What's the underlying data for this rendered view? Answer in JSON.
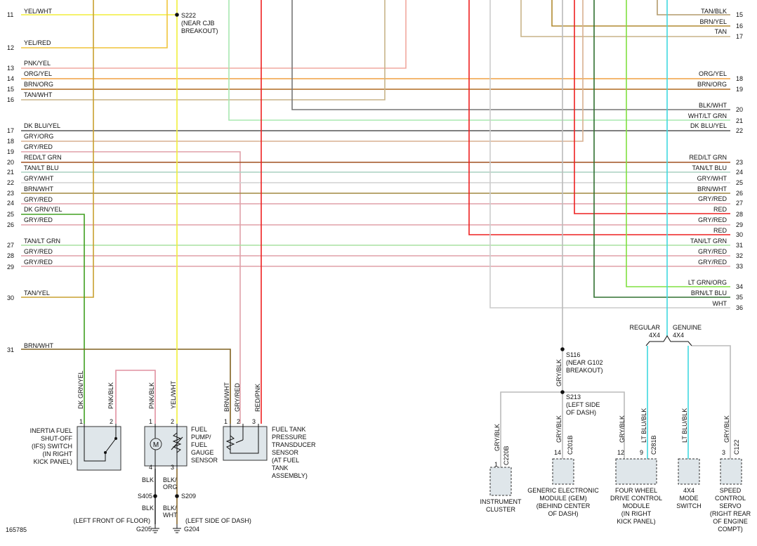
{
  "diagram": {
    "figure_id": "165785",
    "left_rows": [
      {
        "num": "11",
        "label": "YEL/WHT"
      },
      {
        "num": "12",
        "label": "YEL/RED"
      },
      {
        "num": "13",
        "label": "PNK/YEL"
      },
      {
        "num": "14",
        "label": "ORG/YEL"
      },
      {
        "num": "15",
        "label": "BRN/ORG"
      },
      {
        "num": "16",
        "label": "TAN/WHT"
      },
      {
        "num": "17",
        "label": "DK BLU/YEL"
      },
      {
        "num": "18",
        "label": "GRY/ORG"
      },
      {
        "num": "19",
        "label": "GRY/RED"
      },
      {
        "num": "20",
        "label": "RED/LT GRN"
      },
      {
        "num": "21",
        "label": "TAN/LT BLU"
      },
      {
        "num": "22",
        "label": "GRY/WHT"
      },
      {
        "num": "23",
        "label": "BRN/WHT"
      },
      {
        "num": "24",
        "label": "GRY/RED"
      },
      {
        "num": "25",
        "label": "DK GRN/YEL"
      },
      {
        "num": "26",
        "label": "GRY/RED"
      },
      {
        "num": "27",
        "label": "TAN/LT GRN"
      },
      {
        "num": "28",
        "label": "GRY/RED"
      },
      {
        "num": "29",
        "label": "GRY/RED"
      },
      {
        "num": "30",
        "label": "TAN/YEL"
      },
      {
        "num": "31",
        "label": "BRN/WHT"
      }
    ],
    "right_rows": [
      {
        "num": "15",
        "label": "TAN/BLK"
      },
      {
        "num": "16",
        "label": "BRN/YEL"
      },
      {
        "num": "17",
        "label": "TAN"
      },
      {
        "num": "18",
        "label": "ORG/YEL"
      },
      {
        "num": "19",
        "label": "BRN/ORG"
      },
      {
        "num": "20",
        "label": "BLK/WHT"
      },
      {
        "num": "21",
        "label": "WHT/LT GRN"
      },
      {
        "num": "22",
        "label": "DK BLU/YEL"
      },
      {
        "num": "23",
        "label": "RED/LT GRN"
      },
      {
        "num": "24",
        "label": "TAN/LT BLU"
      },
      {
        "num": "25",
        "label": "GRY/WHT"
      },
      {
        "num": "26",
        "label": "BRN/WHT"
      },
      {
        "num": "27",
        "label": "GRY/RED"
      },
      {
        "num": "28",
        "label": "RED"
      },
      {
        "num": "29",
        "label": "GRY/RED"
      },
      {
        "num": "30",
        "label": "RED"
      },
      {
        "num": "31",
        "label": "TAN/LT GRN"
      },
      {
        "num": "32",
        "label": "GRY/RED"
      },
      {
        "num": "33",
        "label": "GRY/RED"
      },
      {
        "num": "34",
        "label": "LT GRN/ORG"
      },
      {
        "num": "35",
        "label": "BRN/LT BLU"
      },
      {
        "num": "36",
        "label": "WHT"
      }
    ],
    "splices": {
      "s222": [
        "S222",
        "(NEAR CJB",
        "BREAKOUT)"
      ],
      "s116": [
        "S116",
        "(NEAR G102",
        "BREAKOUT)"
      ],
      "s213": [
        "S213",
        "(LEFT SIDE",
        "OF DASH)"
      ],
      "s405": "S405",
      "s209": "S209"
    },
    "components": {
      "ifs": [
        "INERTIA FUEL",
        "SHUT-OFF",
        "(IFS) SWITCH",
        "(IN RIGHT",
        "KICK PANEL)"
      ],
      "pump": [
        "FUEL",
        "PUMP/",
        "FUEL",
        "GAUGE",
        "SENSOR"
      ],
      "tank": [
        "FUEL TANK",
        "PRESSURE",
        "TRANSDUCER",
        "SENSOR",
        "(AT FUEL",
        "TANK",
        "ASSEMBLY)"
      ],
      "ic": [
        "INSTRUMENT",
        "CLUSTER"
      ],
      "gem": [
        "GENERIC ELECTRONIC",
        "MODULE (GEM)",
        "(BEHIND CENTER",
        "OF DASH)"
      ],
      "fwd": [
        "FOUR WHEEL",
        "DRIVE CONTROL",
        "MODULE",
        "(IN RIGHT",
        "KICK PANEL)"
      ],
      "mode": [
        "4X4",
        "MODE",
        "SWITCH"
      ],
      "servo": [
        "SPEED",
        "CONTROL",
        "SERVO",
        "(RIGHT REAR",
        "OF ENGINE",
        "COMPT)"
      ]
    },
    "connectors": {
      "c220b": "C220B",
      "c201b": "C201B",
      "c281b": "C281B",
      "c122": "C122",
      "pin_ic": "1",
      "pin_gem": "14",
      "pin_fwd_a": "12",
      "pin_fwd_b": "9",
      "pin_servo": "3"
    },
    "vertical_wire_labels": {
      "ifs_1": "DK GRN/YEL",
      "ifs_2": "PNK/BLK",
      "pump_1": "PNK/BLK",
      "pump_2": "YEL/WHT",
      "tank_1": "BRN/WHT",
      "tank_2": "GRY/RED",
      "tank_3": "RED/PNK",
      "s116_down": "GRY/BLK",
      "ic": "GRY/BLK",
      "gem": "GRY/BLK",
      "fwd_a": "GRY/BLK",
      "fwd_b": "LT BLU/BLK",
      "mode": "LT BLU/BLK",
      "servo": "GRY/BLK"
    },
    "ifs_pins": [
      "1",
      "2"
    ],
    "pump_pins": [
      "1",
      "2",
      "4",
      "3"
    ],
    "tank_pins": [
      "1",
      "2",
      "3"
    ],
    "branch": {
      "regular": [
        "REGULAR",
        "4X4"
      ],
      "genuine": [
        "GENUINE",
        "4X4"
      ]
    },
    "ground": {
      "blk_a": "BLK",
      "blk_org": [
        "BLK/",
        "ORG"
      ],
      "blk_b": "BLK",
      "blk_wht": [
        "BLK/",
        "WHT"
      ],
      "g205": "G205",
      "g204": "G204",
      "g205_loc": "(LEFT FRONT OF FLOOR)",
      "g204_loc": "(LEFT SIDE OF DASH)"
    }
  }
}
